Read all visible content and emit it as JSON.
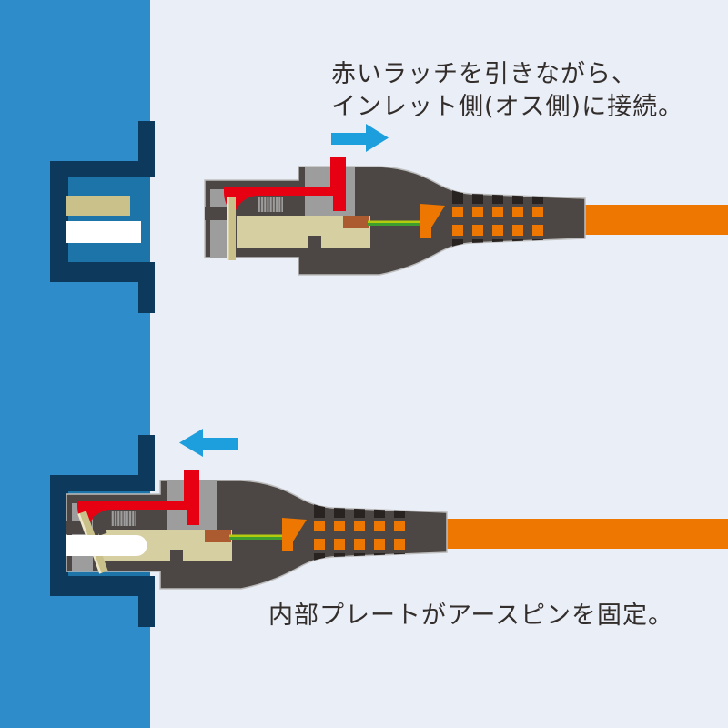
{
  "annotations": {
    "top_line1": "赤いラッチを引きながら、",
    "top_line2": "インレット側(オス側)に接続。",
    "bottom_line1": "内部プレートがアースピンを固定。"
  },
  "colors": {
    "background": "#e9eef7",
    "wall_blue": "#2e8cca",
    "recess_blue": "#1d74a8",
    "navy": "#0d3a5c",
    "shell_gray": "#4c4744",
    "shell_outline": "#bdbdbd",
    "inner_gray": "#9d9d9d",
    "hatch_line": "#54504c",
    "khaki_pin": "#c9c08a",
    "khaki_highlight": "#eee8cb",
    "khaki_block": "#d6cfa2",
    "red_latch": "#e60012",
    "brown": "#ac5a30",
    "orange": "#ed7700",
    "stripe_black": "#282220",
    "wire_yellow": "#b4cc0e",
    "wire_green": "#3f9e30",
    "arrow_blue": "#1d9edd",
    "white": "#ffffff",
    "text": "#332e2b"
  }
}
